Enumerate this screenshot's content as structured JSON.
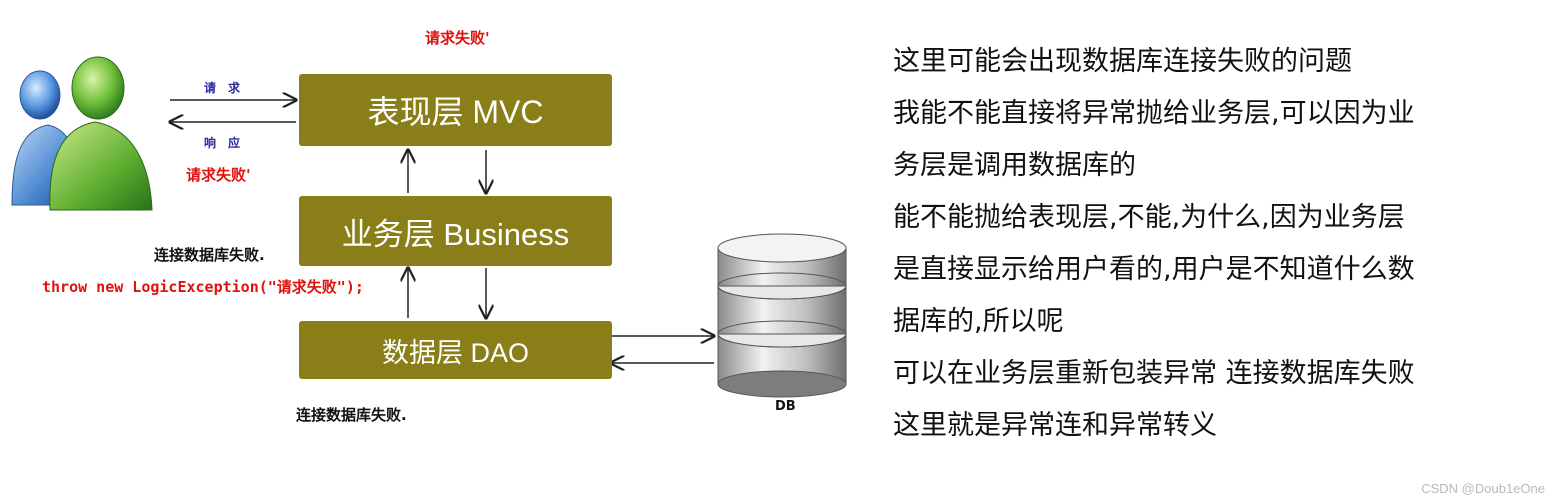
{
  "diagram": {
    "users_label_request": "请　求",
    "users_label_response": "响　应",
    "fail_top": "请求失败'",
    "fail_left": "请求失败'",
    "layers": [
      {
        "label": "表现层 MVC"
      },
      {
        "label": "业务层 Business"
      },
      {
        "label": "数据层 DAO"
      }
    ],
    "note_business": "连接数据库失败.",
    "note_throw": "throw new LogicException(\"请求失败\");",
    "note_dao": "连接数据库失败.",
    "db_label": "DB"
  },
  "explanation": {
    "lines": [
      "这里可能会出现数据库连接失败的问题",
      "我能不能直接将异常抛给业务层,可以因为业",
      "务层是调用数据库的",
      "能不能抛给表现层,不能,为什么,因为业务层",
      "是直接显示给用户看的,用户是不知道什么数",
      "据库的,所以呢",
      "可以在业务层重新包装异常 连接数据库失败",
      "这里就是异常连和异常转义"
    ]
  },
  "watermark": "CSDN @Doub1eOne",
  "colors": {
    "layer": "#8a7e18",
    "error": "#e0110f"
  }
}
